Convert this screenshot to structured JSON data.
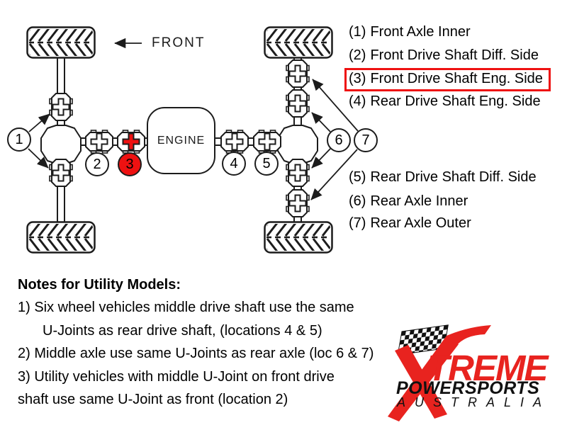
{
  "diagram": {
    "front_label": "FRONT",
    "engine_label": "ENGINE",
    "callouts": [
      {
        "num": "1",
        "highlighted": false
      },
      {
        "num": "2",
        "highlighted": false
      },
      {
        "num": "3",
        "highlighted": true
      },
      {
        "num": "4",
        "highlighted": false
      },
      {
        "num": "5",
        "highlighted": false
      },
      {
        "num": "6",
        "highlighted": false
      },
      {
        "num": "7",
        "highlighted": false
      }
    ]
  },
  "legend": {
    "items": [
      {
        "num": "(1)",
        "label": "Front Axle Inner",
        "highlighted": false
      },
      {
        "num": "(2)",
        "label": "Front Drive Shaft Diff. Side",
        "highlighted": false
      },
      {
        "num": "(3)",
        "label": "Front Drive Shaft Eng. Side",
        "highlighted": true
      },
      {
        "num": "(4)",
        "label": "Rear Drive Shaft Eng. Side",
        "highlighted": false
      },
      {
        "num": "(5)",
        "label": "Rear Drive Shaft Diff. Side",
        "highlighted": false
      },
      {
        "num": "(6)",
        "label": "Rear Axle Inner",
        "highlighted": false
      },
      {
        "num": "(7)",
        "label": "Rear Axle Outer",
        "highlighted": false
      }
    ]
  },
  "notes": {
    "title": "Notes for Utility Models:",
    "lines": [
      "1) Six wheel vehicles middle drive shaft use the same",
      "U-Joints as rear drive shaft, (locations 4 & 5)",
      "2) Middle axle use same U-Joints as rear axle (loc 6 & 7)",
      "3) Utility vehicles with middle U-Joint on front drive",
      "shaft use same U-Joint as front (location 2)"
    ]
  },
  "logo": {
    "treme": "TREME",
    "powersports": "POWERSPORTS",
    "australia": "AUSTRALIA"
  },
  "colors": {
    "highlight_red": "#ee1111",
    "logo_red": "#e8231f",
    "line_black": "#1c1c1c"
  }
}
